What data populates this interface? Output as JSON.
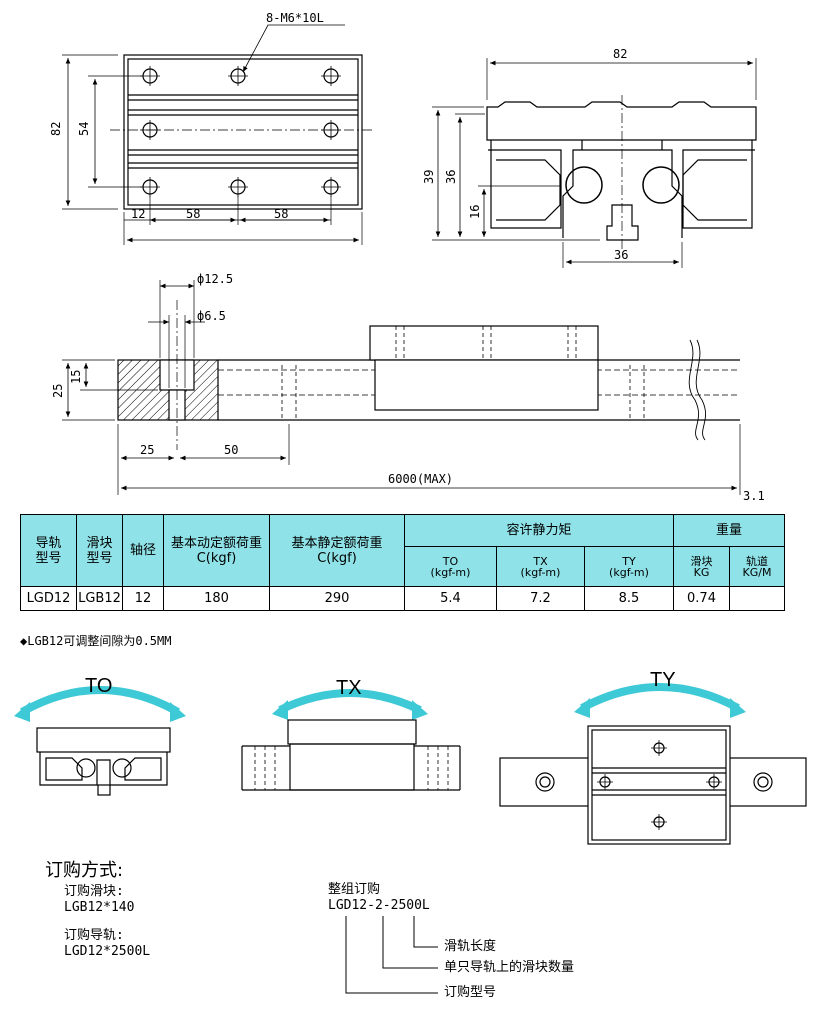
{
  "top_view": {
    "hole_callout": "8-M6*10L",
    "dim_width_total": "82",
    "dim_hole_pitch_v": "54",
    "dim_edge": "12",
    "dim_pitch_1": "58",
    "dim_pitch_2": "58"
  },
  "end_view": {
    "dim_width": "82",
    "dim_height_39": "39",
    "dim_height_36": "36",
    "dim_height_16": "16",
    "dim_rail_width": "36"
  },
  "side_view": {
    "dim_counterbore": "ф12.5",
    "dim_hole": "ф6.5",
    "dim_rail_height": "25",
    "dim_counterbore_depth": "15",
    "dim_first_hole": "25",
    "dim_hole_pitch": "50",
    "dim_length": "6000(MAX)",
    "dim_tolerance": "3.1"
  },
  "spec_table": {
    "h_rail_model": [
      "导轨",
      "型号"
    ],
    "h_block_model": [
      "滑块",
      "型号"
    ],
    "h_shaft": "轴径",
    "h_dynamic": [
      "基本动定额荷重",
      "C(kgf)"
    ],
    "h_static": [
      "基本静定额荷重",
      "C(kgf)"
    ],
    "h_moment": "容许静力矩",
    "h_to": [
      "TO",
      "(kgf-m)"
    ],
    "h_tx": [
      "TX",
      "(kgf-m)"
    ],
    "h_ty": [
      "TY",
      "(kgf-m)"
    ],
    "h_weight": "重量",
    "h_block_w": [
      "滑块",
      "KG"
    ],
    "h_rail_w": [
      "轨道",
      "KG/M"
    ],
    "row": {
      "rail": "LGD12",
      "block": "LGB12",
      "shaft": "12",
      "dynamic": "180",
      "static": "290",
      "to": "5.4",
      "tx": "7.2",
      "ty": "8.5",
      "block_w": "0.74",
      "rail_w": ""
    }
  },
  "note": "◆LGB12可调整间隙为0.5MM",
  "moments": {
    "to": "TO",
    "tx": "TX",
    "ty": "TY"
  },
  "ordering": {
    "title": "订购方式:",
    "block_label": "订购滑块:",
    "block_code": "LGB12*140",
    "rail_label": "订购导轨:",
    "rail_code": "LGD12*2500L",
    "set_label": "整组订购",
    "set_code": "LGD12-2-2500L",
    "callout_length": "滑轨长度",
    "callout_qty": "单只导轨上的滑块数量",
    "callout_model": "订购型号"
  },
  "colors": {
    "accent": "#3ec9d6",
    "header_fill": "#8fe3e8"
  }
}
